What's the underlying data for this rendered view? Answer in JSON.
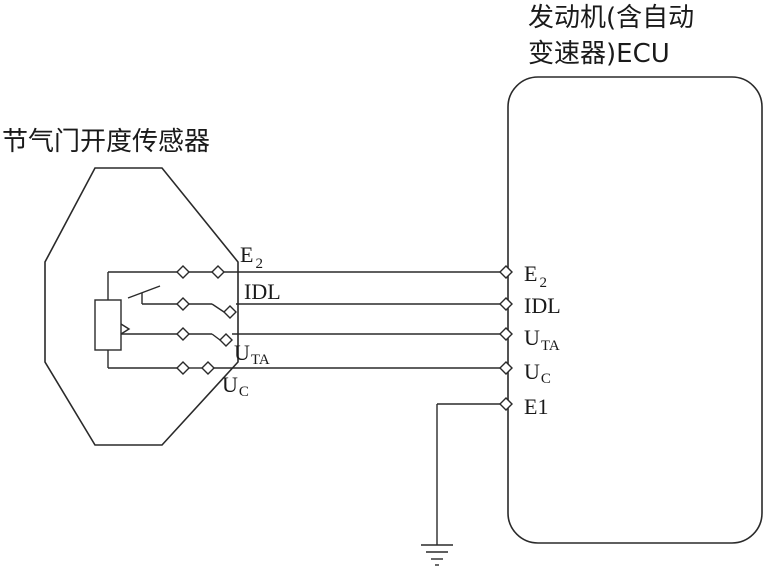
{
  "ecu": {
    "title_line1": "发动机(含自动",
    "title_line2": "变速器)ECU",
    "pins": [
      {
        "main": "E",
        "sub": "2"
      },
      {
        "main": "IDL",
        "sub": ""
      },
      {
        "main": "U",
        "sub": "TA"
      },
      {
        "main": "U",
        "sub": "C"
      },
      {
        "main": "E1",
        "sub": ""
      }
    ]
  },
  "sensor": {
    "title": "节气门开度传感器",
    "pins": [
      {
        "main": "E",
        "sub": "2"
      },
      {
        "main": "IDL",
        "sub": ""
      },
      {
        "main": "U",
        "sub": "TA"
      },
      {
        "main": "U",
        "sub": "C"
      }
    ]
  }
}
